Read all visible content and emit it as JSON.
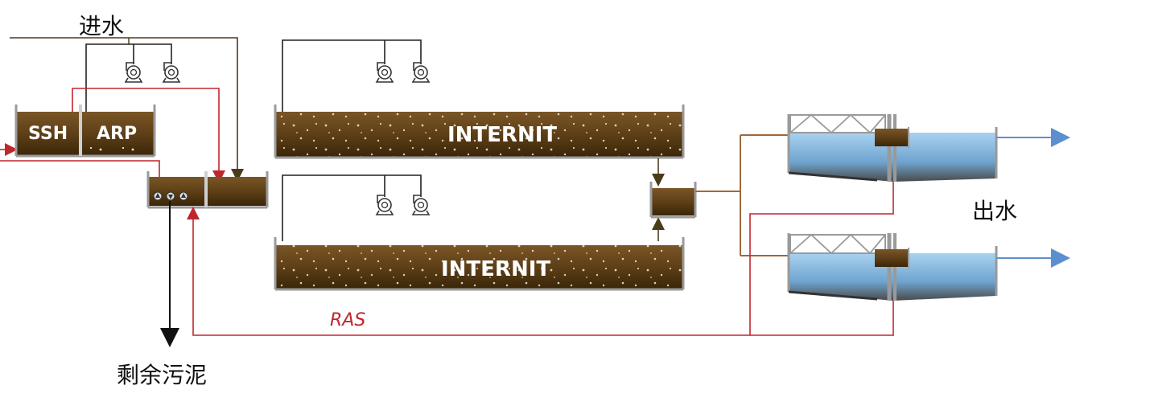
{
  "labels": {
    "influent": "进水",
    "effluent": "出水",
    "excess_sludge": "剩余污泥",
    "ras": "RAS"
  },
  "tanks": {
    "ssh": "SSH",
    "arp": "ARP",
    "internit_top": "INTERNIT",
    "internit_bottom": "INTERNIT"
  },
  "colors": {
    "sludge": "#6b4a1e",
    "sludge_dark": "#3a2608",
    "water": "#8ab8dc",
    "recycle_line": "#c0272d",
    "influent_line": "#4a3b1a",
    "pipe_brown": "#a0683a",
    "effluent_arrow": "#5b8fcf",
    "frame": "#9a9a9a"
  },
  "icons": [
    "pump-icon",
    "blower-icon",
    "effluent-arrow-icon",
    "sludge-arrow-icon"
  ]
}
